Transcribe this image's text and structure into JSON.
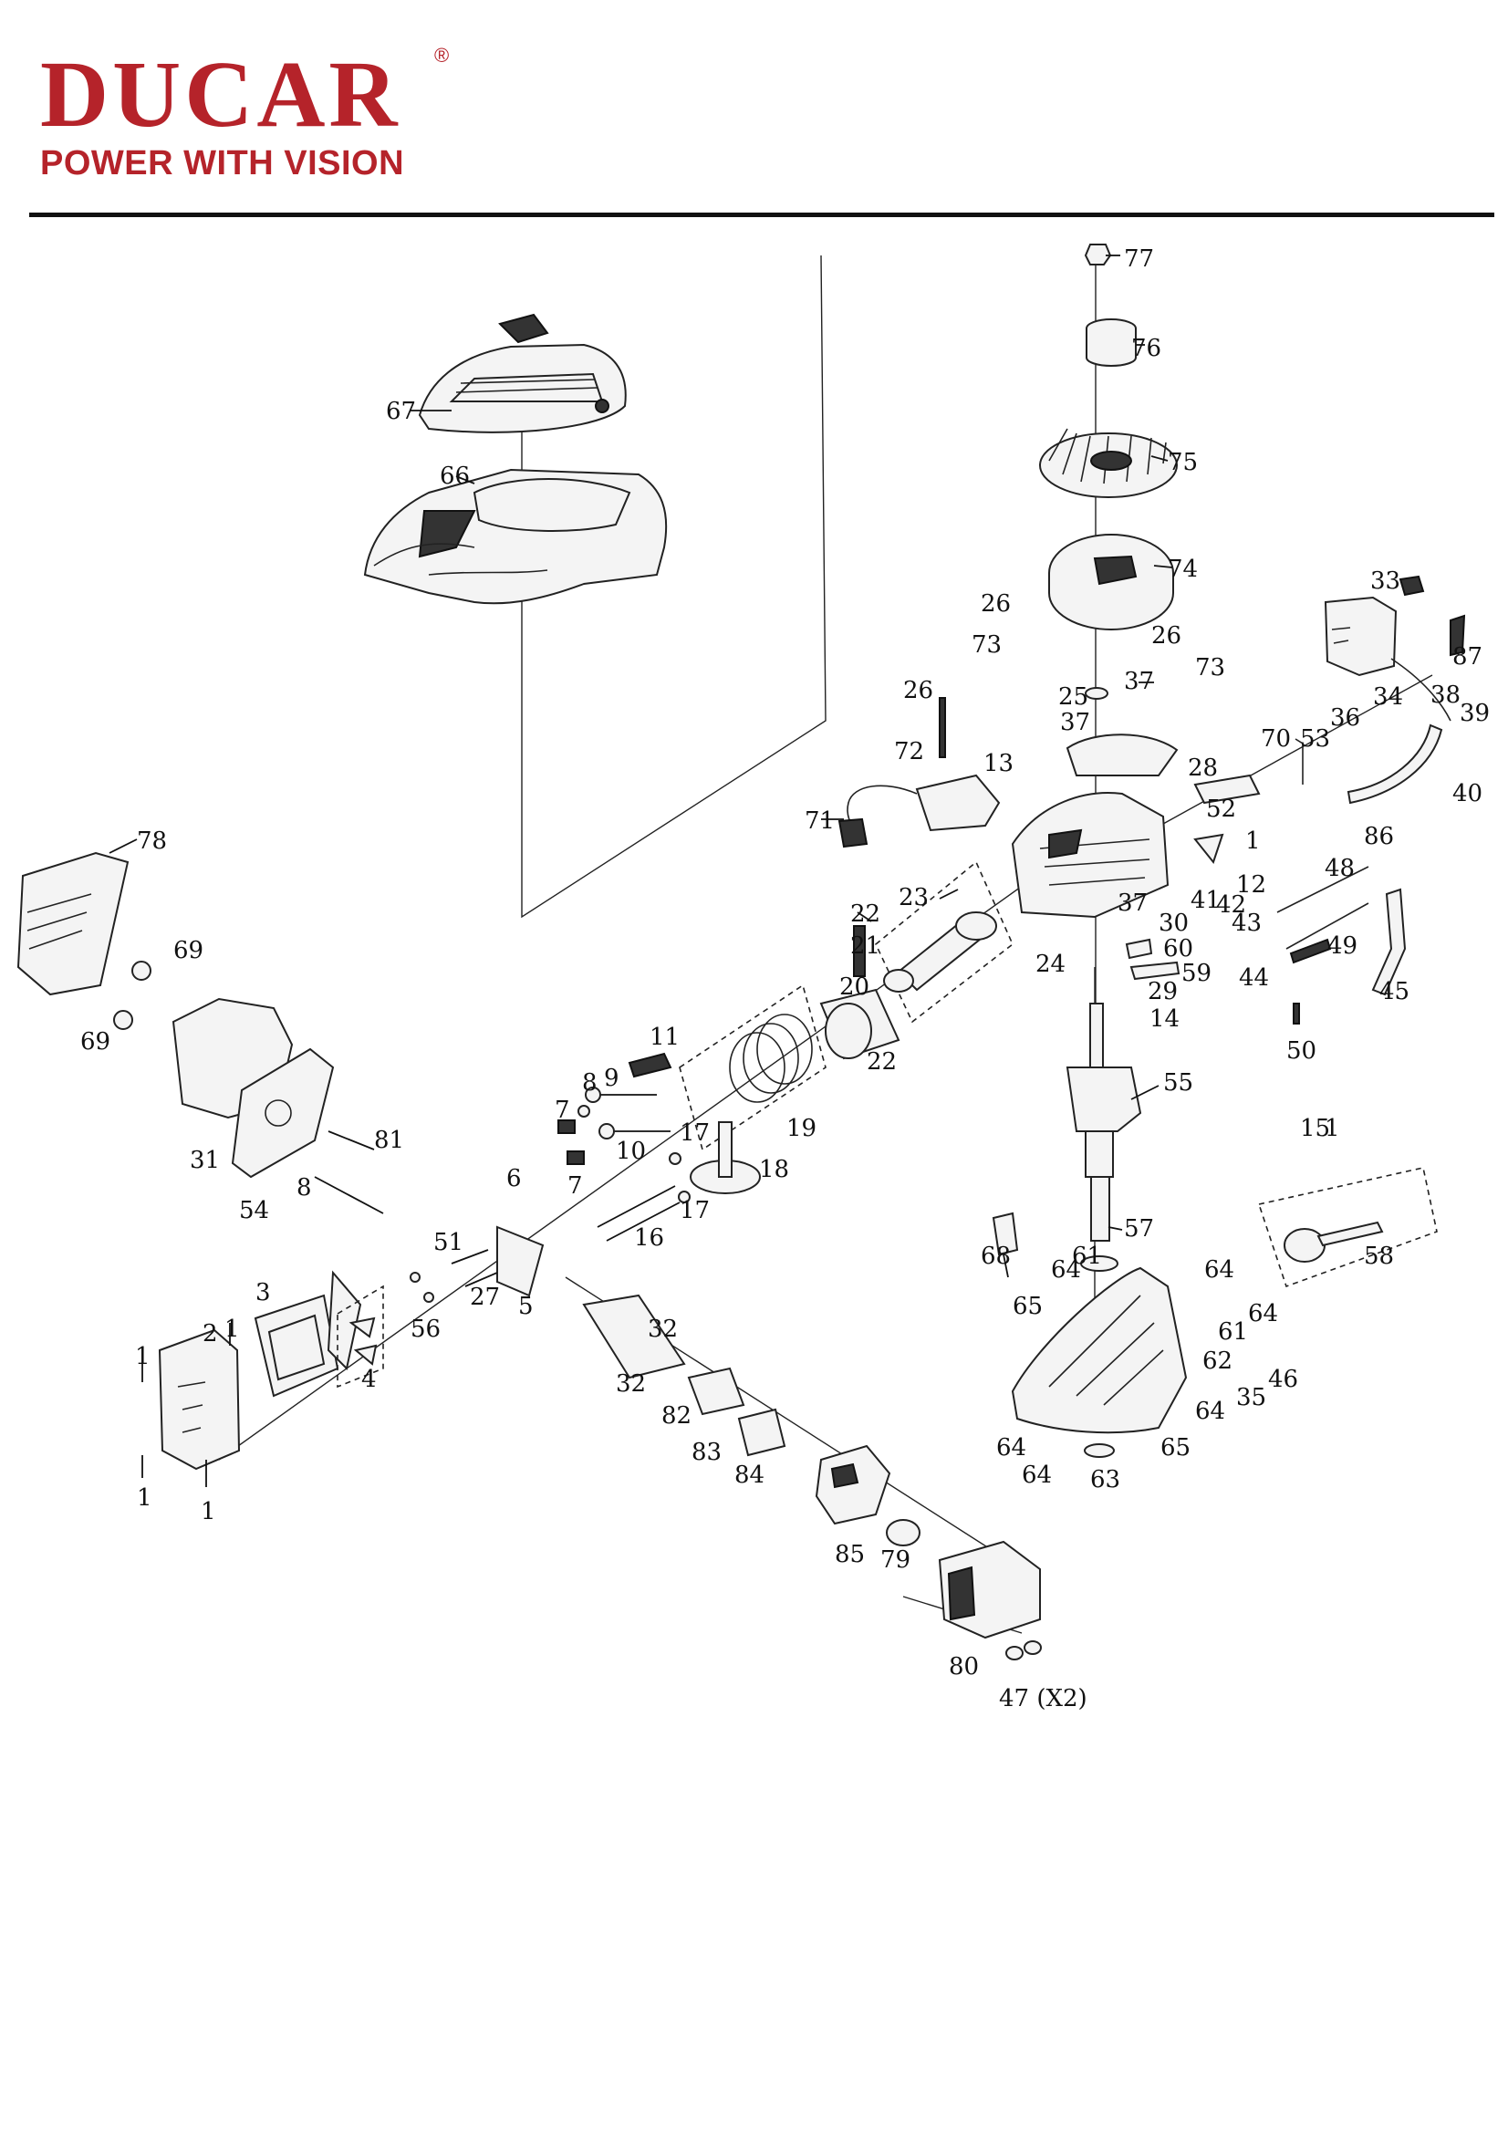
{
  "brand": {
    "name": "DUCAR",
    "registered_mark": "®",
    "tagline": "POWER WITH VISION",
    "color": "#b5232a"
  },
  "labels": [
    {
      "id": "l77",
      "text": "77"
    },
    {
      "id": "l76",
      "text": "76"
    },
    {
      "id": "l75",
      "text": "75"
    },
    {
      "id": "l74",
      "text": "74"
    },
    {
      "id": "l67",
      "text": "67"
    },
    {
      "id": "l66",
      "text": "66"
    },
    {
      "id": "l33",
      "text": "33"
    },
    {
      "id": "l87",
      "text": "87"
    },
    {
      "id": "l26a",
      "text": "26"
    },
    {
      "id": "l73a",
      "text": "73"
    },
    {
      "id": "l26b",
      "text": "26"
    },
    {
      "id": "l37a",
      "text": "37"
    },
    {
      "id": "l73b",
      "text": "73"
    },
    {
      "id": "l38",
      "text": "38"
    },
    {
      "id": "l39",
      "text": "39"
    },
    {
      "id": "l26c",
      "text": "26"
    },
    {
      "id": "l25",
      "text": "25"
    },
    {
      "id": "l37b",
      "text": "37"
    },
    {
      "id": "l36",
      "text": "36"
    },
    {
      "id": "l34",
      "text": "34"
    },
    {
      "id": "l72",
      "text": "72"
    },
    {
      "id": "l13a",
      "text": "13"
    },
    {
      "id": "l28",
      "text": "28"
    },
    {
      "id": "l70",
      "text": "70"
    },
    {
      "id": "l53",
      "text": "53"
    },
    {
      "id": "l40",
      "text": "40"
    },
    {
      "id": "l71",
      "text": "71"
    },
    {
      "id": "l52",
      "text": "52"
    },
    {
      "id": "l86",
      "text": "86"
    },
    {
      "id": "l78",
      "text": "78"
    },
    {
      "id": "l1a",
      "text": "1"
    },
    {
      "id": "l12",
      "text": "12"
    },
    {
      "id": "l23",
      "text": "23"
    },
    {
      "id": "l48",
      "text": "48"
    },
    {
      "id": "l22a",
      "text": "22"
    },
    {
      "id": "l37c",
      "text": "37"
    },
    {
      "id": "l41",
      "text": "41"
    },
    {
      "id": "l42",
      "text": "42"
    },
    {
      "id": "l43",
      "text": "43"
    },
    {
      "id": "l69a",
      "text": "69"
    },
    {
      "id": "l21",
      "text": "21"
    },
    {
      "id": "l30",
      "text": "30"
    },
    {
      "id": "l60",
      "text": "60"
    },
    {
      "id": "l49",
      "text": "49"
    },
    {
      "id": "l24",
      "text": "24"
    },
    {
      "id": "l44",
      "text": "44"
    },
    {
      "id": "l45",
      "text": "45"
    },
    {
      "id": "l59",
      "text": "59"
    },
    {
      "id": "l20",
      "text": "20"
    },
    {
      "id": "l29",
      "text": "29"
    },
    {
      "id": "l14",
      "text": "14"
    },
    {
      "id": "l69b",
      "text": "69"
    },
    {
      "id": "l11",
      "text": "11"
    },
    {
      "id": "l22b",
      "text": "22"
    },
    {
      "id": "l50",
      "text": "50"
    },
    {
      "id": "l8a",
      "text": "8"
    },
    {
      "id": "l9",
      "text": "9"
    },
    {
      "id": "l55",
      "text": "55"
    },
    {
      "id": "l7a",
      "text": "7"
    },
    {
      "id": "l19",
      "text": "19"
    },
    {
      "id": "l81",
      "text": "81"
    },
    {
      "id": "l10",
      "text": "10"
    },
    {
      "id": "l17a",
      "text": "17"
    },
    {
      "id": "l15",
      "text": "15"
    },
    {
      "id": "l1b",
      "text": "1"
    },
    {
      "id": "l31",
      "text": "31"
    },
    {
      "id": "l6",
      "text": "6"
    },
    {
      "id": "l7b",
      "text": "7"
    },
    {
      "id": "l18",
      "text": "18"
    },
    {
      "id": "l8b",
      "text": "8"
    },
    {
      "id": "l54",
      "text": "54"
    },
    {
      "id": "l17b",
      "text": "17"
    },
    {
      "id": "l16",
      "text": "16"
    },
    {
      "id": "l57",
      "text": "57"
    },
    {
      "id": "l51",
      "text": "51"
    },
    {
      "id": "l68",
      "text": "68"
    },
    {
      "id": "l61a",
      "text": "61"
    },
    {
      "id": "l58",
      "text": "58"
    },
    {
      "id": "l64a",
      "text": "64"
    },
    {
      "id": "l64b",
      "text": "64"
    },
    {
      "id": "l27",
      "text": "27"
    },
    {
      "id": "l5",
      "text": "5"
    },
    {
      "id": "l3",
      "text": "3"
    },
    {
      "id": "l65a",
      "text": "65"
    },
    {
      "id": "l56",
      "text": "56"
    },
    {
      "id": "l64c",
      "text": "64"
    },
    {
      "id": "l2",
      "text": "2"
    },
    {
      "id": "l1c",
      "text": "1"
    },
    {
      "id": "l32a",
      "text": "32"
    },
    {
      "id": "l61b",
      "text": "61"
    },
    {
      "id": "l62",
      "text": "62"
    },
    {
      "id": "l46",
      "text": "46"
    },
    {
      "id": "l4",
      "text": "4"
    },
    {
      "id": "l1d",
      "text": "1"
    },
    {
      "id": "l32b",
      "text": "32"
    },
    {
      "id": "l35",
      "text": "35"
    },
    {
      "id": "l82",
      "text": "82"
    },
    {
      "id": "l64d",
      "text": "64"
    },
    {
      "id": "l83",
      "text": "83"
    },
    {
      "id": "l64e",
      "text": "64"
    },
    {
      "id": "l65b",
      "text": "65"
    },
    {
      "id": "l84",
      "text": "84"
    },
    {
      "id": "l64f",
      "text": "64"
    },
    {
      "id": "l63",
      "text": "63"
    },
    {
      "id": "l1e",
      "text": "1"
    },
    {
      "id": "l1f",
      "text": "1"
    },
    {
      "id": "l85",
      "text": "85"
    },
    {
      "id": "l79",
      "text": "79"
    },
    {
      "id": "l80",
      "text": "80"
    },
    {
      "id": "l47",
      "text": "47 (X2)"
    }
  ]
}
